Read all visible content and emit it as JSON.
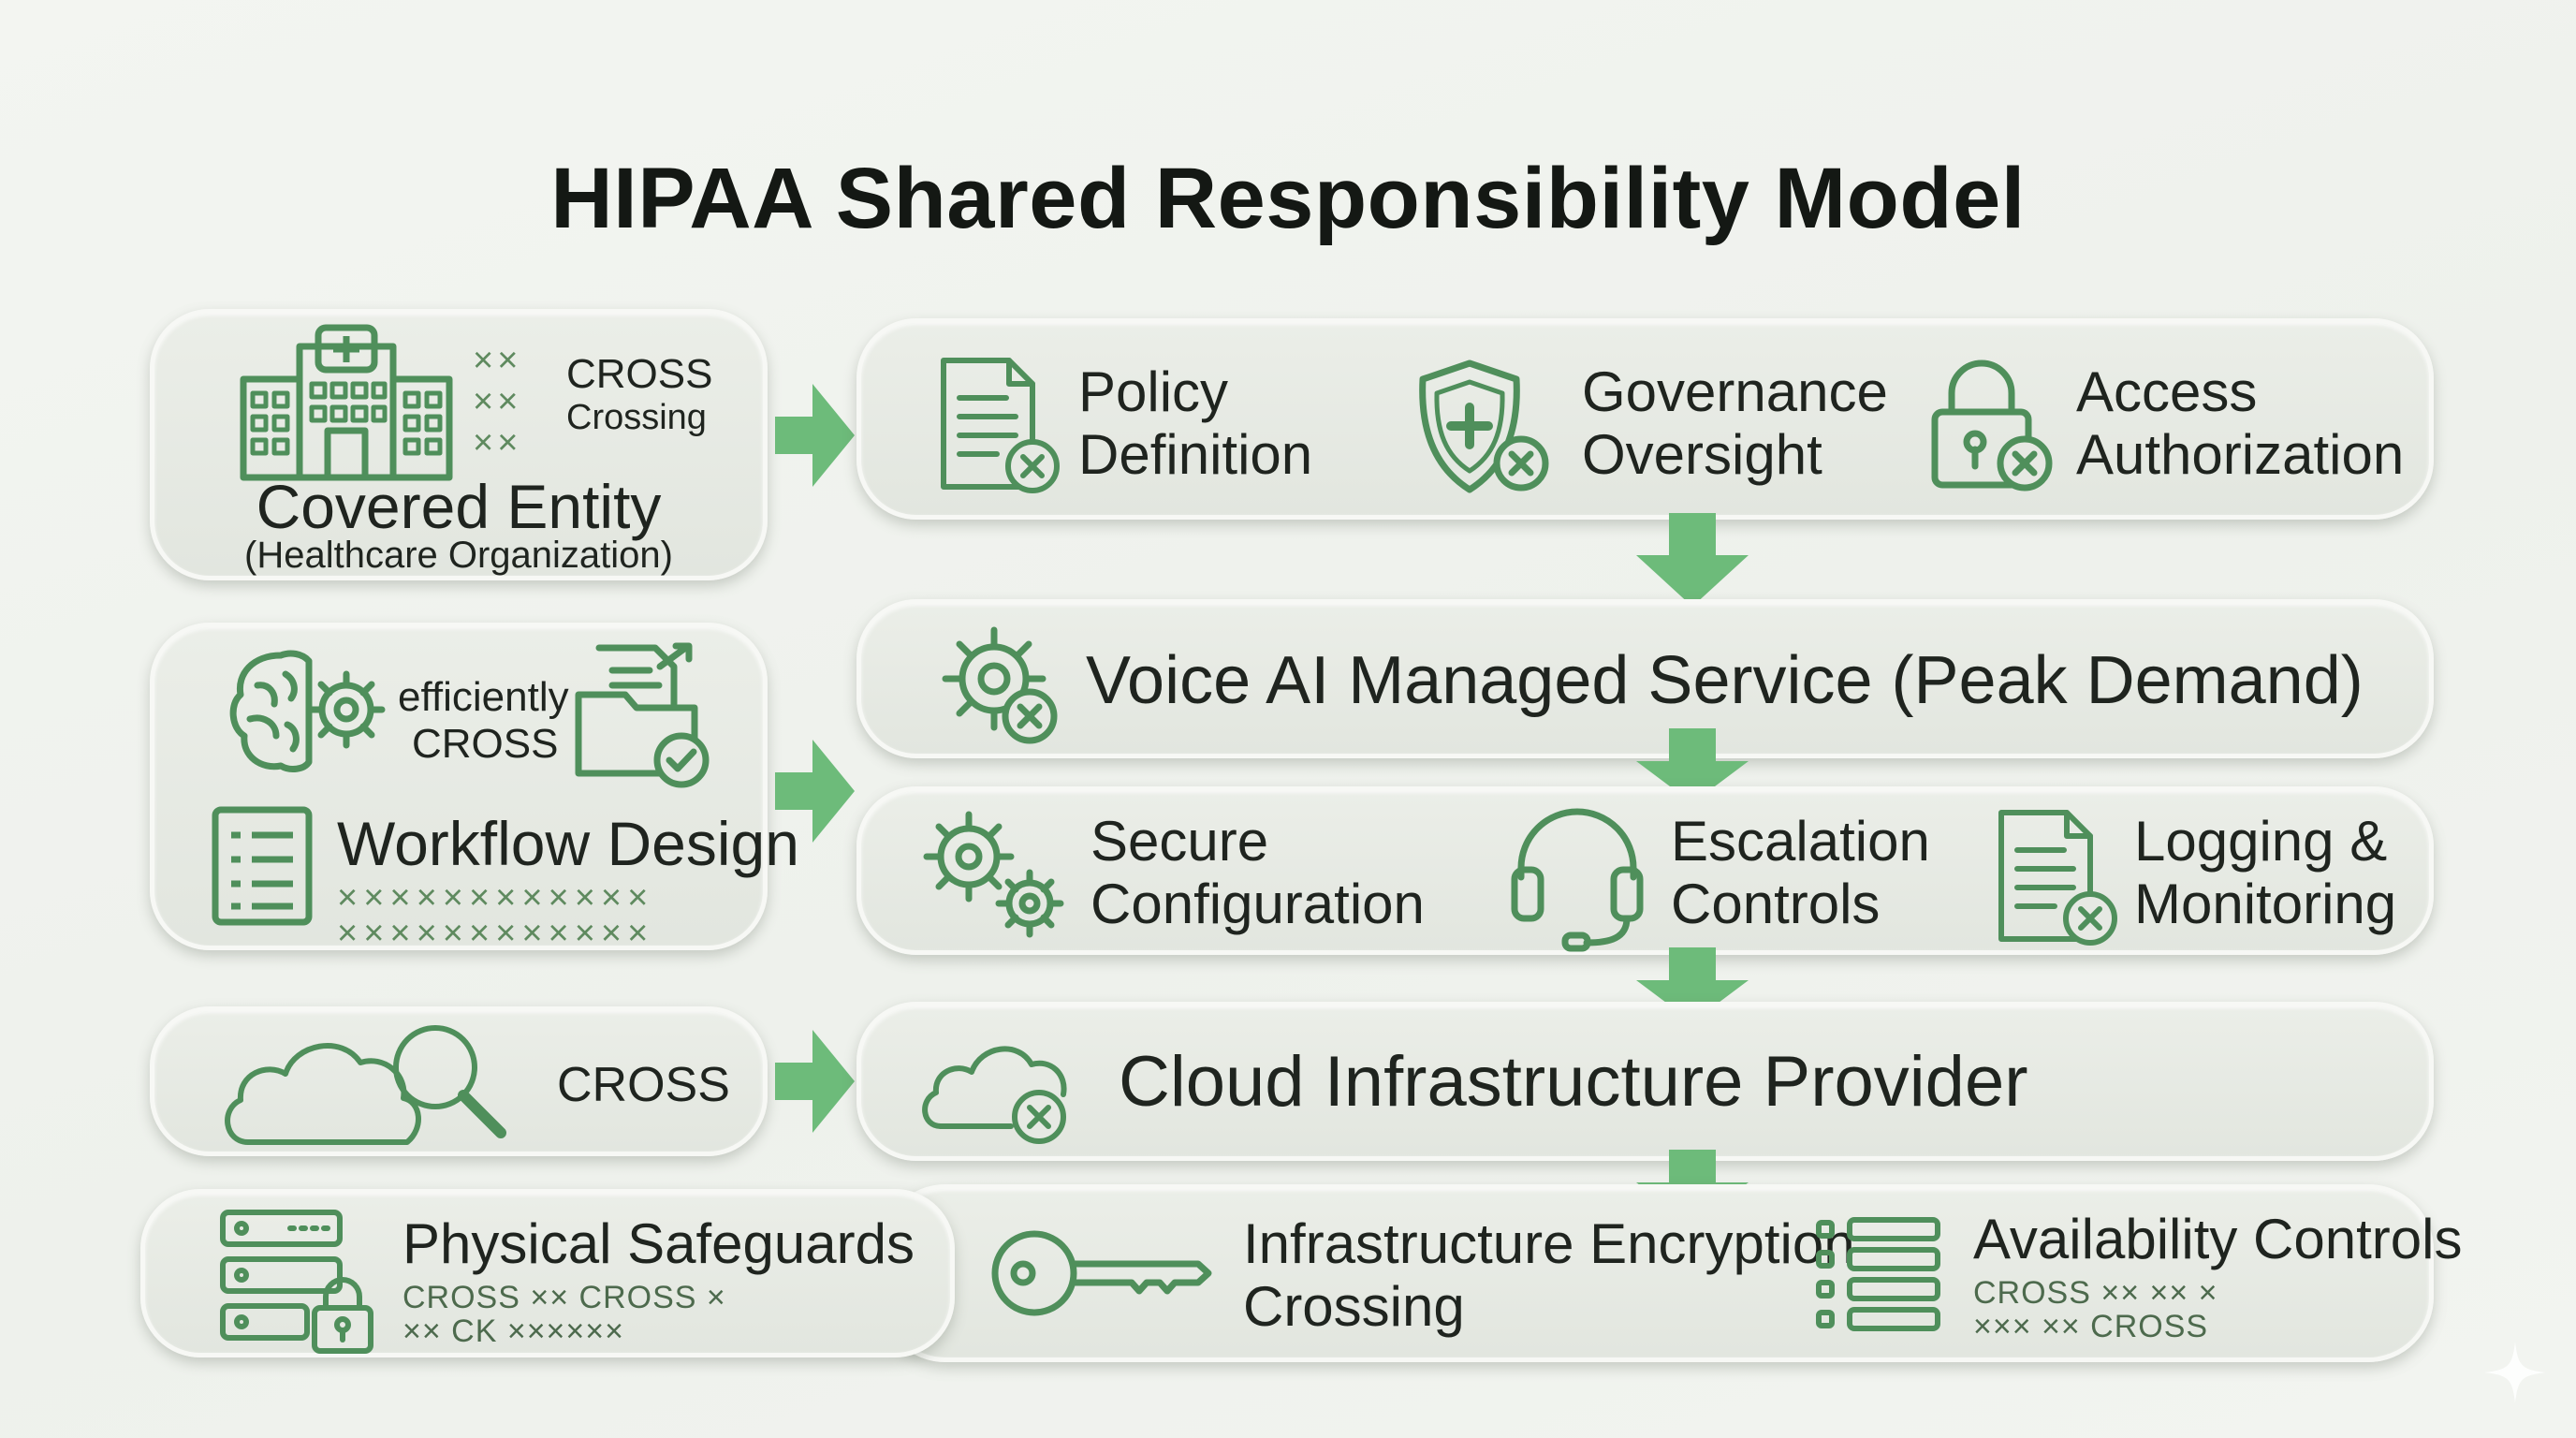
{
  "title": "HIPAA Shared Responsibility Model",
  "colors": {
    "accent_green": "#6dbb7a",
    "icon_green": "#4f8f5b",
    "pill_bg": "#e6e9e3"
  },
  "left": {
    "covered_entity": {
      "cross_top": "CROSS",
      "crossing": "Crossing",
      "title": "Covered Entity",
      "subtitle": "(Healthcare Organization)",
      "icons": [
        "hospital-icon"
      ]
    },
    "workflow": {
      "word1": "efficiently",
      "word2": "CROSS",
      "title": "Workflow Design",
      "crosses": "××××××××××××\n××××××××××××",
      "icons": [
        "brain-gear-icon",
        "folder-check-icon",
        "list-icon"
      ]
    },
    "cloud_search": {
      "label": "CROSS",
      "icons": [
        "cloud-search-icon"
      ]
    }
  },
  "right": {
    "row1": [
      {
        "line1": "Policy",
        "line2": "Definition",
        "icon": "document-x-icon"
      },
      {
        "line1": "Governance",
        "line2": "Oversight",
        "icon": "shield-x-icon"
      },
      {
        "line1": "Access",
        "line2": "Authorization",
        "icon": "lock-x-icon"
      }
    ],
    "voice_ai": {
      "label": "Voice AI Managed Service (Peak Demand)",
      "icon": "gear-x-icon"
    },
    "row3": [
      {
        "line1": "Secure",
        "line2": "Configuration",
        "icon": "gears-icon"
      },
      {
        "line1": "Escalation",
        "line2": "Controls",
        "icon": "headset-icon"
      },
      {
        "line1": "Logging &",
        "line2": "Monitoring",
        "icon": "document-x-icon"
      }
    ],
    "cloud": {
      "label": "Cloud Infrastructure Provider",
      "icon": "cloud-x-icon"
    }
  },
  "bottom": {
    "physical": {
      "title": "Physical Safeguards",
      "line1": "CROSS  ×× CROSS ×",
      "line2": "×× CK ××××××",
      "icon": "server-lock-icon"
    },
    "encryption": {
      "line1": "Infrastructure Encryption",
      "line2": "Crossing",
      "icon": "key-icon"
    },
    "availability": {
      "title": "Availability Controls",
      "line1": "CROSS ×× ×× ×",
      "line2": "××× ×× CROSS",
      "icon": "list-icon"
    }
  }
}
